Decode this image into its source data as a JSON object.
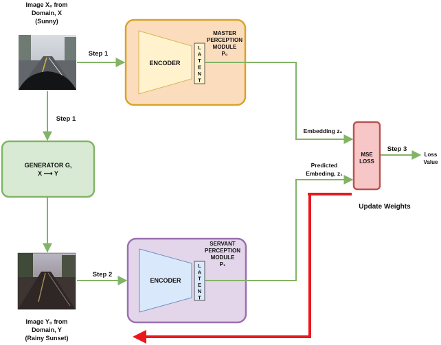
{
  "source_image": {
    "caption_lines": [
      "Image X₀ from",
      "Domain, X",
      "(Sunny)"
    ]
  },
  "target_image": {
    "caption_lines": [
      "Image Y₀ from",
      "Domain, Y",
      "(Rainy Sunset)"
    ]
  },
  "master": {
    "title_lines": [
      "MASTER",
      "PERCEPTION",
      "MODULE",
      "P₀"
    ],
    "encoder": "ENCODER",
    "latent_letters": [
      "L",
      "A",
      "T",
      "E",
      "N",
      "T"
    ],
    "fill": "#fbdcbc",
    "stroke": "#d6a42a"
  },
  "servant": {
    "title_lines": [
      "SERVANT",
      "PERCEPTION",
      "MODULE",
      "P₁"
    ],
    "encoder": "ENCODER",
    "latent_letters": [
      "L",
      "A",
      "T",
      "E",
      "N",
      "T"
    ],
    "fill": "#e3d5ea",
    "stroke": "#9a6fb0"
  },
  "generator": {
    "title": "GENERATOR G,",
    "mapping": "X ⟶ Y",
    "fill": "#d8ead3",
    "stroke": "#82b366"
  },
  "mse": {
    "lines": [
      "MSE",
      "LOSS"
    ],
    "fill": "#f7c7c8",
    "stroke": "#b85450"
  },
  "edges": {
    "step1_right": "Step 1",
    "step1_down": "Step 1",
    "step2": "Step 2",
    "step3": "Step 3",
    "embedding_z0": "Embedding z₀",
    "predicted_lines": [
      "Predicted",
      "Embeding, z₁"
    ],
    "loss_value_lines": [
      "Loss",
      "Value"
    ],
    "update_weights": "Update Weights"
  },
  "colors": {
    "arrow": "#82b366",
    "update_arrow": "#e8181c",
    "encoder_master": "#fff2cc",
    "encoder_servant": "#dae8fc"
  }
}
